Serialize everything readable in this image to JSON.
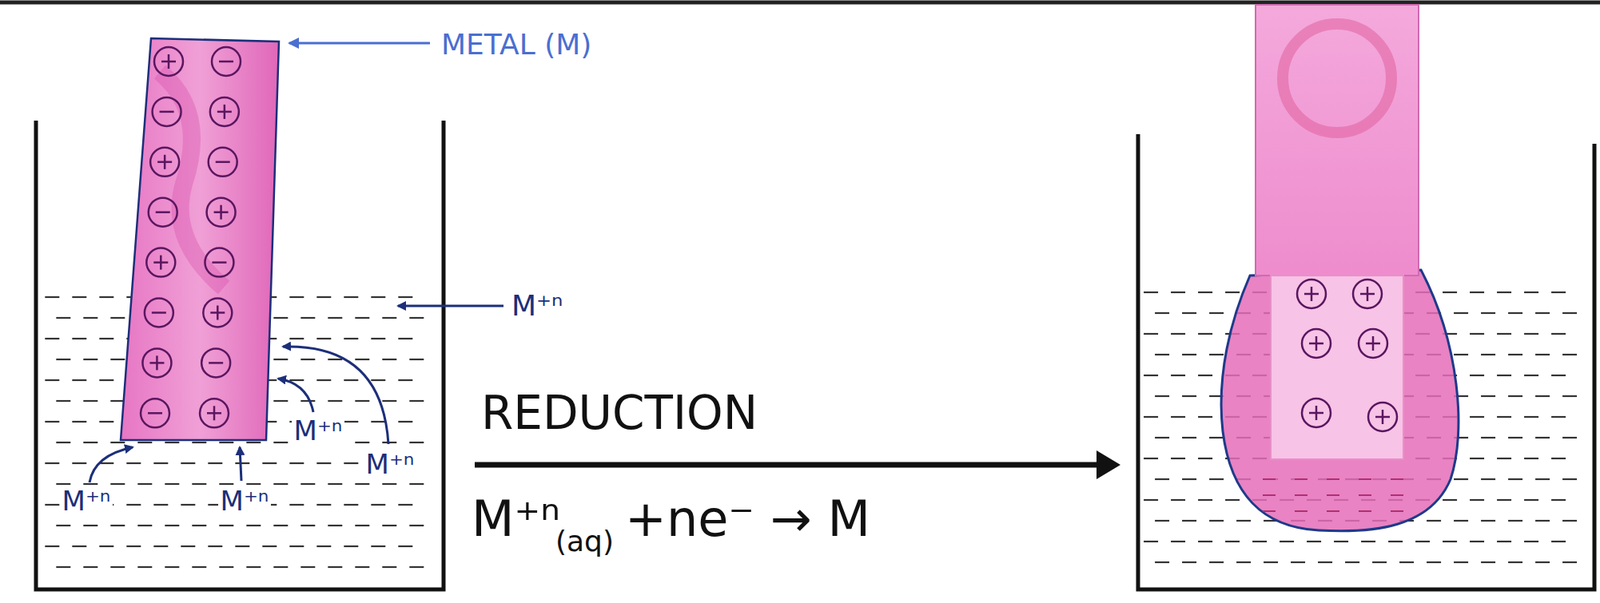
{
  "diagram": {
    "labels": [
      "METAL (M)",
      "M⁺ⁿ",
      "M⁺ⁿ",
      "M⁺ⁿ",
      "M⁺ⁿ",
      "M⁺ⁿ",
      "REDUCTION",
      "M⁺ⁿ",
      "(aq)",
      "+ne⁻ → M"
    ]
  }
}
